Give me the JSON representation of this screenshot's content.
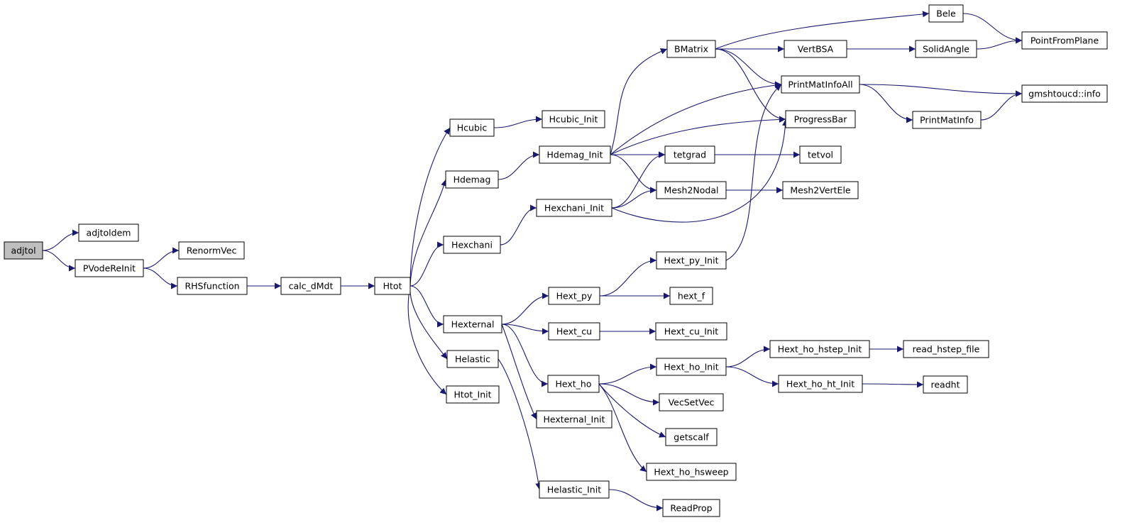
{
  "diagram": {
    "type": "call-graph",
    "edge_color": "#191970",
    "root_fill": "#bfbfbf",
    "nodes": [
      {
        "id": "adjtol",
        "label": "adjtol",
        "root": true
      },
      {
        "id": "adjtoldem",
        "label": "adjtoldem"
      },
      {
        "id": "PVodeReInit",
        "label": "PVodeReInit"
      },
      {
        "id": "RenormVec",
        "label": "RenormVec"
      },
      {
        "id": "RHSfunction",
        "label": "RHSfunction"
      },
      {
        "id": "calc_dMdt",
        "label": "calc_dMdt"
      },
      {
        "id": "Htot",
        "label": "Htot"
      },
      {
        "id": "Hcubic",
        "label": "Hcubic"
      },
      {
        "id": "Hcubic_Init",
        "label": "Hcubic_Init"
      },
      {
        "id": "Hdemag",
        "label": "Hdemag"
      },
      {
        "id": "Hdemag_Init",
        "label": "Hdemag_Init"
      },
      {
        "id": "Hexchani",
        "label": "Hexchani"
      },
      {
        "id": "Hexchani_Init",
        "label": "Hexchani_Init"
      },
      {
        "id": "Hexternal",
        "label": "Hexternal"
      },
      {
        "id": "Helastic",
        "label": "Helastic"
      },
      {
        "id": "Htot_Init",
        "label": "Htot_Init"
      },
      {
        "id": "BMatrix",
        "label": "BMatrix"
      },
      {
        "id": "Bele",
        "label": "Bele"
      },
      {
        "id": "VertBSA",
        "label": "VertBSA"
      },
      {
        "id": "SolidAngle",
        "label": "SolidAngle"
      },
      {
        "id": "PointFromPlane",
        "label": "PointFromPlane"
      },
      {
        "id": "PrintMatInfoAll",
        "label": "PrintMatInfoAll"
      },
      {
        "id": "gmshtoucd_info",
        "label": "gmshtoucd::info"
      },
      {
        "id": "PrintMatInfo",
        "label": "PrintMatInfo"
      },
      {
        "id": "ProgressBar",
        "label": "ProgressBar"
      },
      {
        "id": "tetgrad",
        "label": "tetgrad"
      },
      {
        "id": "tetvol",
        "label": "tetvol"
      },
      {
        "id": "Mesh2Nodal",
        "label": "Mesh2Nodal"
      },
      {
        "id": "Mesh2VertEle",
        "label": "Mesh2VertEle"
      },
      {
        "id": "Hext_py",
        "label": "Hext_py"
      },
      {
        "id": "Hext_py_Init",
        "label": "Hext_py_Init"
      },
      {
        "id": "hext_f",
        "label": "hext_f"
      },
      {
        "id": "Hext_cu",
        "label": "Hext_cu"
      },
      {
        "id": "Hext_cu_Init",
        "label": "Hext_cu_Init"
      },
      {
        "id": "Hext_ho",
        "label": "Hext_ho"
      },
      {
        "id": "Hext_ho_Init",
        "label": "Hext_ho_Init"
      },
      {
        "id": "Hext_ho_hstep_Init",
        "label": "Hext_ho_hstep_Init"
      },
      {
        "id": "read_hstep_file",
        "label": "read_hstep_file"
      },
      {
        "id": "Hext_ho_ht_Init",
        "label": "Hext_ho_ht_Init"
      },
      {
        "id": "readht",
        "label": "readht"
      },
      {
        "id": "VecSetVec",
        "label": "VecSetVec"
      },
      {
        "id": "getscalf",
        "label": "getscalf"
      },
      {
        "id": "Hext_ho_hsweep",
        "label": "Hext_ho_hsweep"
      },
      {
        "id": "Hexternal_Init",
        "label": "Hexternal_Init"
      },
      {
        "id": "Helastic_Init",
        "label": "Helastic_Init"
      },
      {
        "id": "ReadProp",
        "label": "ReadProp"
      }
    ],
    "edges": [
      [
        "adjtol",
        "adjtoldem"
      ],
      [
        "adjtol",
        "PVodeReInit"
      ],
      [
        "PVodeReInit",
        "RenormVec"
      ],
      [
        "PVodeReInit",
        "RHSfunction"
      ],
      [
        "RHSfunction",
        "calc_dMdt"
      ],
      [
        "calc_dMdt",
        "Htot"
      ],
      [
        "Htot",
        "Hcubic"
      ],
      [
        "Htot",
        "Hdemag"
      ],
      [
        "Htot",
        "Hexchani"
      ],
      [
        "Htot",
        "Hexternal"
      ],
      [
        "Htot",
        "Helastic"
      ],
      [
        "Htot",
        "Htot_Init"
      ],
      [
        "Hcubic",
        "Hcubic_Init"
      ],
      [
        "Hdemag",
        "Hdemag_Init"
      ],
      [
        "Hdemag_Init",
        "BMatrix"
      ],
      [
        "Hdemag_Init",
        "PrintMatInfoAll"
      ],
      [
        "Hdemag_Init",
        "ProgressBar"
      ],
      [
        "Hdemag_Init",
        "tetgrad"
      ],
      [
        "Hdemag_Init",
        "Mesh2Nodal"
      ],
      [
        "BMatrix",
        "Bele"
      ],
      [
        "BMatrix",
        "VertBSA"
      ],
      [
        "BMatrix",
        "PrintMatInfoAll"
      ],
      [
        "BMatrix",
        "ProgressBar"
      ],
      [
        "Bele",
        "PointFromPlane"
      ],
      [
        "VertBSA",
        "SolidAngle"
      ],
      [
        "SolidAngle",
        "PointFromPlane"
      ],
      [
        "PrintMatInfoAll",
        "gmshtoucd_info"
      ],
      [
        "PrintMatInfoAll",
        "PrintMatInfo"
      ],
      [
        "PrintMatInfo",
        "gmshtoucd_info"
      ],
      [
        "tetgrad",
        "tetvol"
      ],
      [
        "Mesh2Nodal",
        "Mesh2VertEle"
      ],
      [
        "Hexchani",
        "Hexchani_Init"
      ],
      [
        "Hexchani_Init",
        "tetgrad"
      ],
      [
        "Hexchani_Init",
        "Mesh2Nodal"
      ],
      [
        "Hexchani_Init",
        "ProgressBar"
      ],
      [
        "Hexternal",
        "Hext_py"
      ],
      [
        "Hexternal",
        "Hext_cu"
      ],
      [
        "Hexternal",
        "Hext_ho"
      ],
      [
        "Hexternal",
        "Hexternal_Init"
      ],
      [
        "Hext_py",
        "Hext_py_Init"
      ],
      [
        "Hext_py",
        "hext_f"
      ],
      [
        "Hext_py_Init",
        "PrintMatInfoAll"
      ],
      [
        "Hext_cu",
        "Hext_cu_Init"
      ],
      [
        "Hext_ho",
        "Hext_ho_Init"
      ],
      [
        "Hext_ho",
        "VecSetVec"
      ],
      [
        "Hext_ho",
        "getscalf"
      ],
      [
        "Hext_ho",
        "Hext_ho_hsweep"
      ],
      [
        "Hext_ho_Init",
        "Hext_ho_hstep_Init"
      ],
      [
        "Hext_ho_Init",
        "Hext_ho_ht_Init"
      ],
      [
        "Hext_ho_hstep_Init",
        "read_hstep_file"
      ],
      [
        "Hext_ho_ht_Init",
        "readht"
      ],
      [
        "Helastic",
        "Helastic_Init"
      ],
      [
        "Helastic_Init",
        "ReadProp"
      ]
    ]
  }
}
